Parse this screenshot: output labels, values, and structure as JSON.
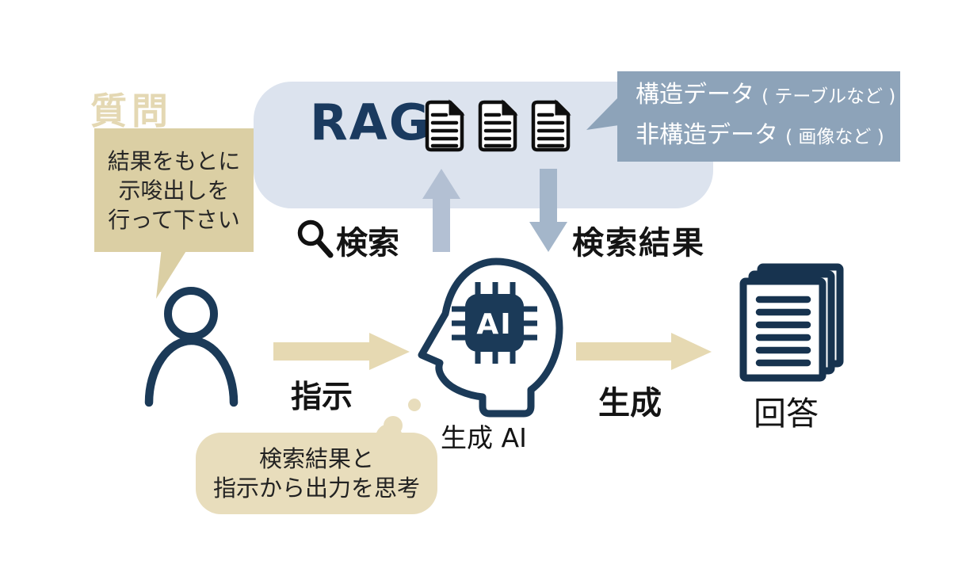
{
  "diagram_title_semantic": "RAG generative-AI flow diagram",
  "colors": {
    "icon_navy": "#1b3a58",
    "rag_title_navy": "#1a3a5f",
    "rag_panel_blue": "#dce3ee",
    "callout_blue": "#8da3b9",
    "arrow_up_blue": "#b3c0d3",
    "arrow_down_blue": "#a4b6ca",
    "speech_bubble_tan": "#dbcfa4",
    "thought_bubble_tan": "#e8ddbc",
    "flow_arrow_tan": "#e6d9b2",
    "doc_icon_black": "#0f0f0f",
    "label_black": "#141414"
  },
  "question_tag": "質問",
  "question_bubble": {
    "line1": "結果をもとに",
    "line2": "示唆出しを",
    "line3": "行って下さい"
  },
  "rag": {
    "title": "RAG"
  },
  "data_callout": {
    "line1_main": "構造データ",
    "line1_sub": "( テーブルなど )",
    "line2_main": "非構造データ",
    "line2_sub": "( 画像など )"
  },
  "flow_labels": {
    "search": "検索",
    "search_result": "検索結果",
    "instruct": "指示",
    "generate": "生成"
  },
  "ai": {
    "chip_label": "AI",
    "caption": "生成 AI"
  },
  "answer": {
    "caption": "回答"
  },
  "thought_bubble": {
    "line1": "検索結果と",
    "line2": "指示から出力を思考"
  }
}
